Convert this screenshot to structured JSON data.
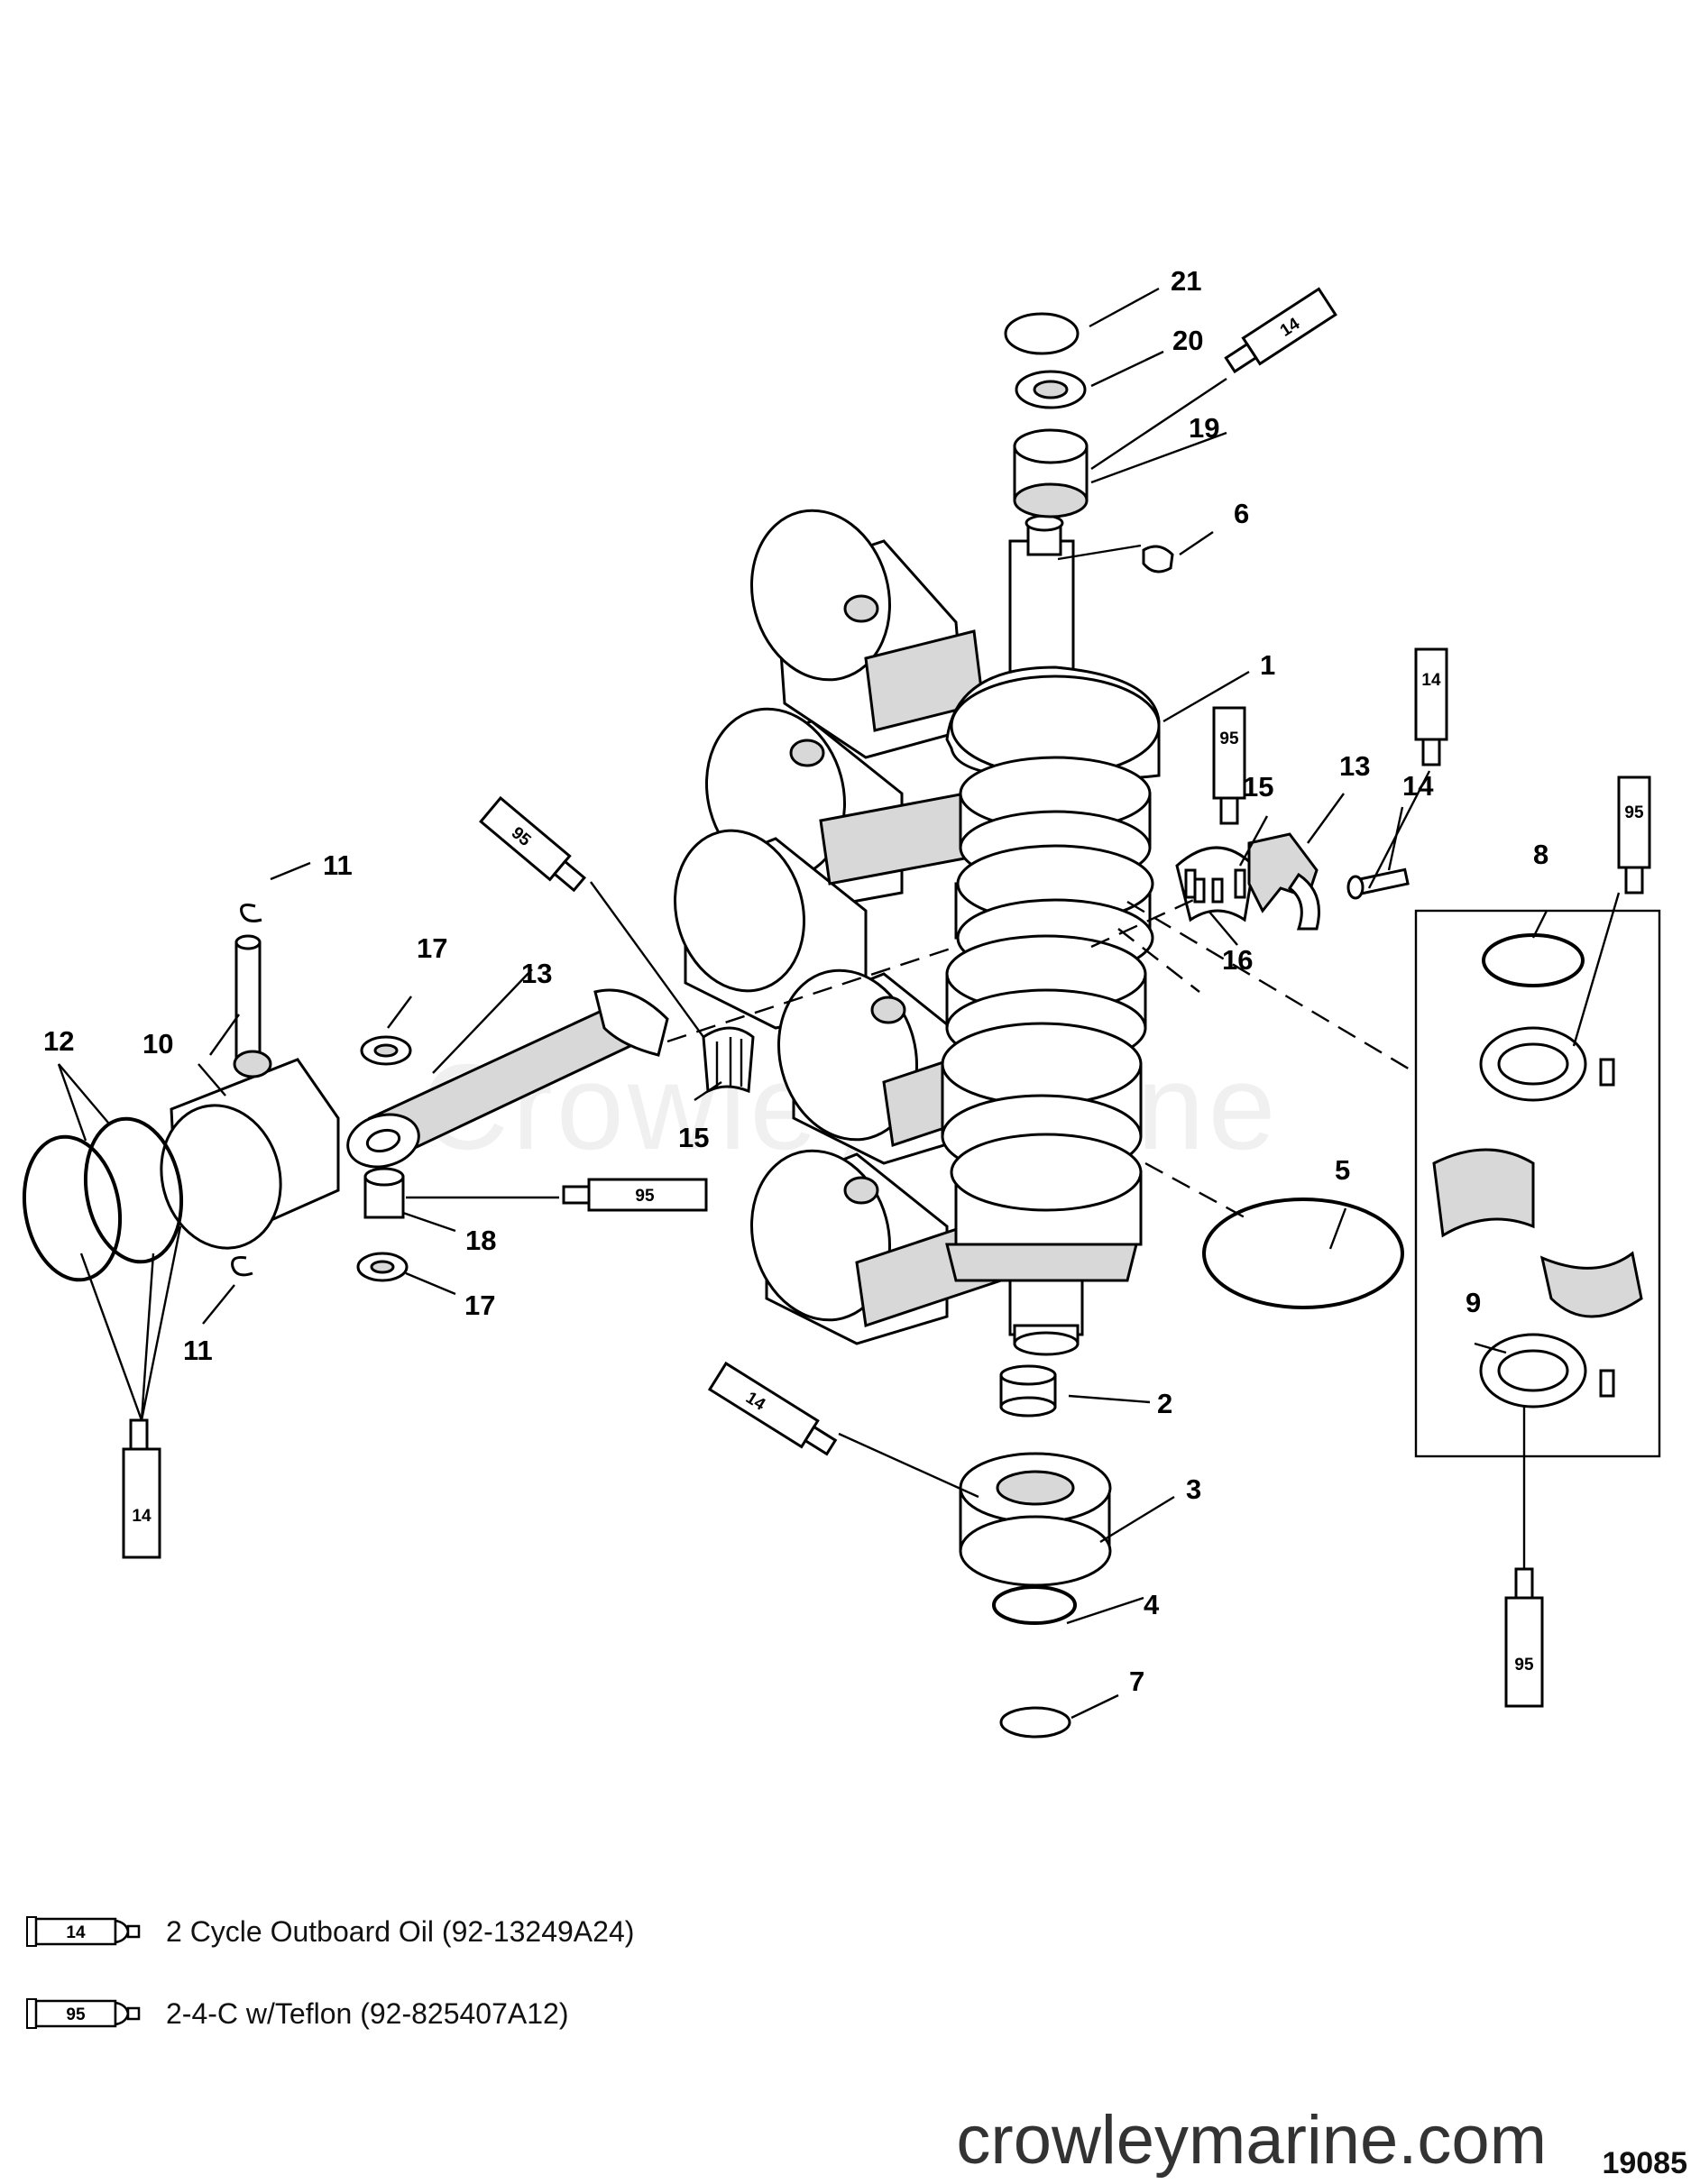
{
  "watermark": "CrowleyMarine",
  "footer_url": "crowleymarine.com",
  "diagram_number": "19085",
  "legend": [
    {
      "tube": "14",
      "text": "2 Cycle Outboard Oil (92-13249A24)"
    },
    {
      "tube": "95",
      "text": "2-4-C w/Teflon (92-825407A12)"
    }
  ],
  "callouts": [
    "21",
    "20",
    "19",
    "6",
    "1",
    "13",
    "14",
    "15",
    "16",
    "8",
    "17",
    "11",
    "13",
    "12",
    "10",
    "15",
    "5",
    "18",
    "17",
    "11",
    "9",
    "2",
    "3",
    "4",
    "7"
  ],
  "tube_labels": [
    "14",
    "14",
    "95",
    "95",
    "95",
    "95",
    "14",
    "14",
    "95"
  ]
}
